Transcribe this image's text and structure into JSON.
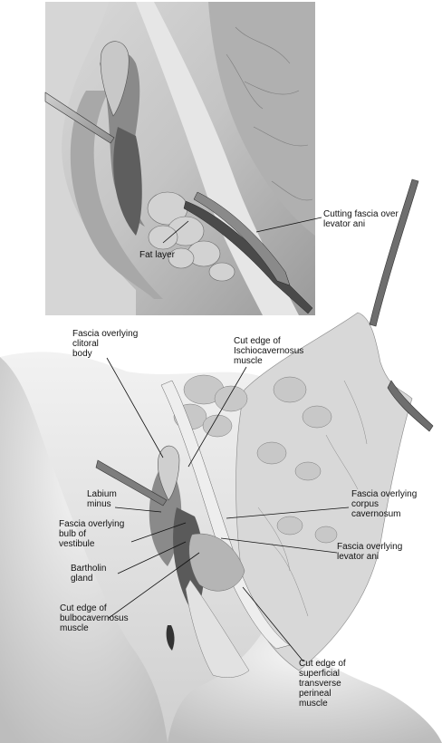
{
  "panel_top": {
    "labels": {
      "cutting_fascia": "Cutting fascia over\nlevator ani",
      "fat_layer": "Fat layer"
    }
  },
  "panel_bottom": {
    "labels": {
      "fascia_clitoral": "Fascia overlying\nclitoral\nbody",
      "cut_ischio": "Cut edge of\nIschiocavernosus\nmuscle",
      "labium_minus": "Labium\nminus",
      "fascia_bulb": "Fascia overlying\nbulb of\nvestibule",
      "bartholin": "Bartholin\ngland",
      "cut_bulbo": "Cut edge of\nbulbocavernosus\nmuscle",
      "fascia_corpus": "Fascia overlying\ncorpus\ncavernosum",
      "fascia_levator": "Fascia overlying\nlevator ani",
      "cut_superficial": "Cut edge of\nsuperficial\ntransverse\nperineal\nmuscle"
    }
  },
  "colors": {
    "tissue_light": "#e8e8e8",
    "tissue_mid": "#bdbdbd",
    "tissue_dark": "#6e6e6e",
    "instrument": "#3a3a3a"
  }
}
